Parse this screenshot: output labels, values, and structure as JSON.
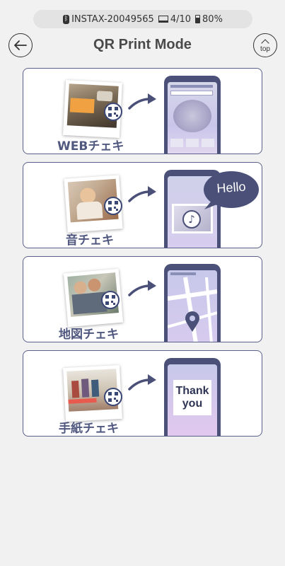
{
  "status": {
    "device": "INSTAX-20049565",
    "prints": "4/10",
    "battery": "80%"
  },
  "header": {
    "title": "QR Print Mode",
    "top_label": "top"
  },
  "cards": [
    {
      "label": "WEBチェキ"
    },
    {
      "label": "音チェキ",
      "bubble": "Hello"
    },
    {
      "label": "地図チェキ"
    },
    {
      "label": "手紙チェキ",
      "note": "Thank you"
    }
  ],
  "icons": [
    "bluetooth-icon",
    "film-count-icon",
    "battery-icon",
    "back-arrow-icon",
    "top-caret-icon",
    "qr-code-icon",
    "arrow-icon",
    "map-pin-icon",
    "music-note-icon"
  ],
  "colors": {
    "accent": "#4a5078",
    "card_border": "#5b6088",
    "background": "#f1f1f1"
  }
}
